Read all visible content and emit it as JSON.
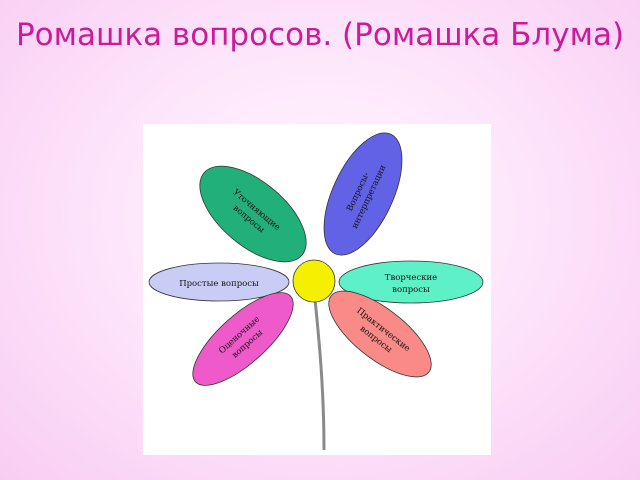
{
  "slide": {
    "title": "Ромашка вопросов. (Ромашка Блума)"
  },
  "diagram": {
    "petals": [
      {
        "id": "utochnyayushchie",
        "lines": [
          "Уточняющие",
          "вопросы"
        ],
        "color": "#22b07a"
      },
      {
        "id": "interpretatsiya",
        "lines": [
          "Вопросы-",
          "интерпретации"
        ],
        "color": "#6262e6"
      },
      {
        "id": "prostye",
        "lines": [
          "Простые вопросы"
        ],
        "color": "#c9cdf5"
      },
      {
        "id": "tvorcheskie",
        "lines": [
          "Творческие",
          "вопросы"
        ],
        "color": "#5ef0c6"
      },
      {
        "id": "otsenochnye",
        "lines": [
          "Оценочные",
          "вопросы"
        ],
        "color": "#ef5acb"
      },
      {
        "id": "prakticheskie",
        "lines": [
          "Практические",
          "вопросы"
        ],
        "color": "#f98a88"
      }
    ],
    "center_color": "#f5f000",
    "stem_color": "#8a8a8a"
  }
}
